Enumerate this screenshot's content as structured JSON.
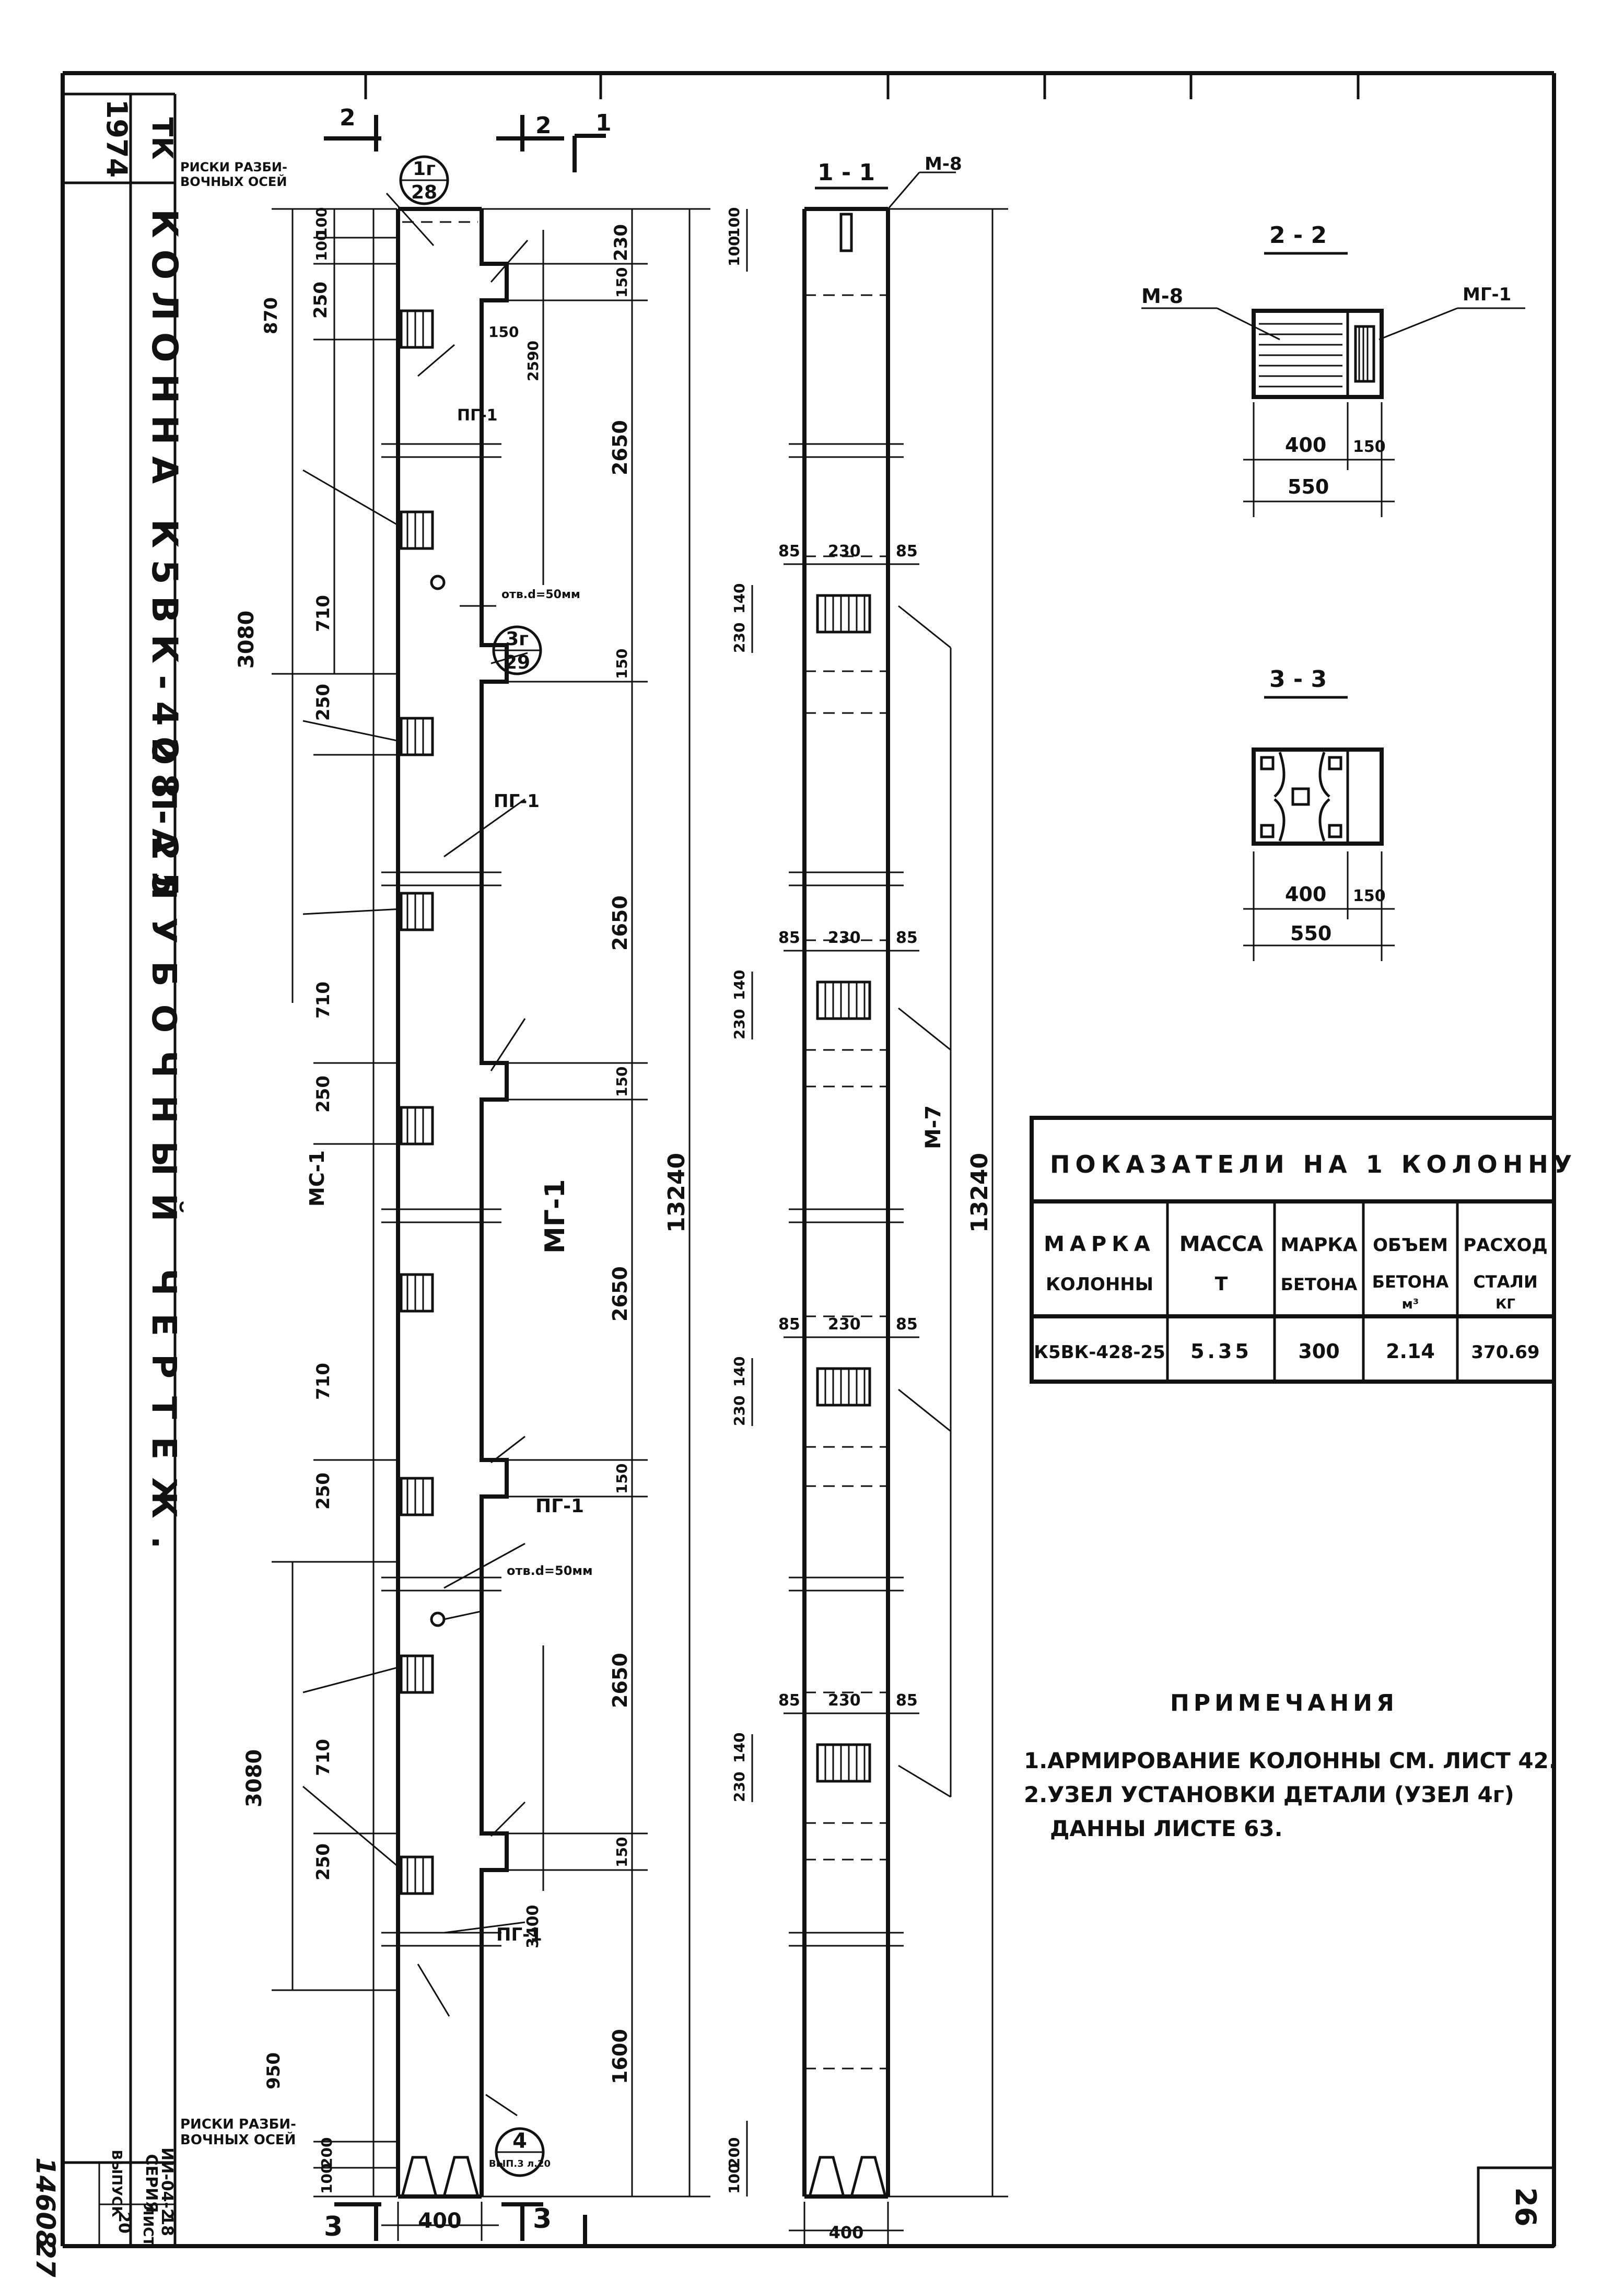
{
  "left_stamp": {
    "year": "1974",
    "tk": "ТК",
    "title_rot": "КОЛОННА К5ВК-428-25",
    "subtitle_rot": "ОПАЛУБОЧНЫЙ ЧЕРТЕЖ.",
    "series_label": "СЕРИЯ",
    "series_value": "ИИ-04-2",
    "vypusk_label": "ВЫПУСК",
    "vypusk_value": "20",
    "list_label": "ЛИСТ",
    "list_value": "18",
    "archive_no": "14608",
    "archive_page": "27"
  },
  "elevation": {
    "label_risk_top": "РИСКИ РАЗБИ-\nВОЧНЫХ ОСЕЙ",
    "label_risk_bottom": "РИСКИ РАЗБИ-\nВОЧНЫХ ОСЕЙ",
    "callouts": [
      {
        "top": "1г",
        "bottom": "28"
      },
      {
        "top": "3г",
        "bottom": "29"
      },
      {
        "top": "4",
        "bottom": "ВЫП.3 л.20"
      }
    ],
    "sec_cut_2": "2",
    "sec_cut_1": "1",
    "sec_cut_3": "3",
    "mark_pg": "ПГ-1",
    "mark_mg": "МГ-1",
    "mark_ms": "МС-1",
    "hole": "отв.d=50мм",
    "dims_left": [
      "100",
      "100",
      "250",
      "870",
      "710",
      "3080",
      "250",
      "710",
      "250",
      "710",
      "250",
      "3080",
      "710",
      "250",
      "950",
      "200",
      "100"
    ],
    "dims_right": [
      "230",
      "150",
      "150",
      "2590",
      "2650",
      "150",
      "2650",
      "150",
      "2650",
      "150",
      "2650",
      "150",
      "3400",
      "1600"
    ],
    "dim_total": "13240",
    "dim_width": "400"
  },
  "section_11": {
    "title": "1 - 1",
    "mark_top": "М-8",
    "mark_side": "М-7",
    "dim_total": "13240",
    "dim_85": "85",
    "dim_230": "230",
    "dim_140": "140",
    "dims_top": [
      "100",
      "100"
    ],
    "dims_bottom": [
      "200",
      "100"
    ],
    "dim_width": "400"
  },
  "section_22": {
    "title": "2 - 2",
    "mark_left": "М-8",
    "mark_right": "МГ-1",
    "dim_a": "400",
    "dim_b": "150",
    "dim_total": "550"
  },
  "section_33": {
    "title": "3 - 3",
    "dim_a": "400",
    "dim_b": "150",
    "dim_total": "550"
  },
  "table": {
    "title": "ПОКАЗАТЕЛИ НА 1 КОЛОННУ",
    "headers": [
      [
        "МАРКА",
        "КОЛОННЫ"
      ],
      [
        "МАССА",
        "Т"
      ],
      [
        "МАРКА",
        "БЕТОНА"
      ],
      [
        "ОБЪЕМ",
        "БЕТОНА",
        "м³"
      ],
      [
        "РАСХОД",
        "СТАЛИ",
        "КГ"
      ]
    ],
    "row": [
      "К5ВК-428-25",
      "5.35",
      "300",
      "2.14",
      "370.69"
    ]
  },
  "notes": {
    "title": "ПРИМЕЧАНИЯ",
    "items": [
      "1.АРМИРОВАНИЕ КОЛОННЫ СМ. ЛИСТ 42.",
      "2.УЗЕЛ УСТАНОВКИ ДЕТАЛИ (УЗЕЛ 4г)",
      "ДАННЫ ЛИСТЕ 63."
    ]
  },
  "sheet_number": "26"
}
